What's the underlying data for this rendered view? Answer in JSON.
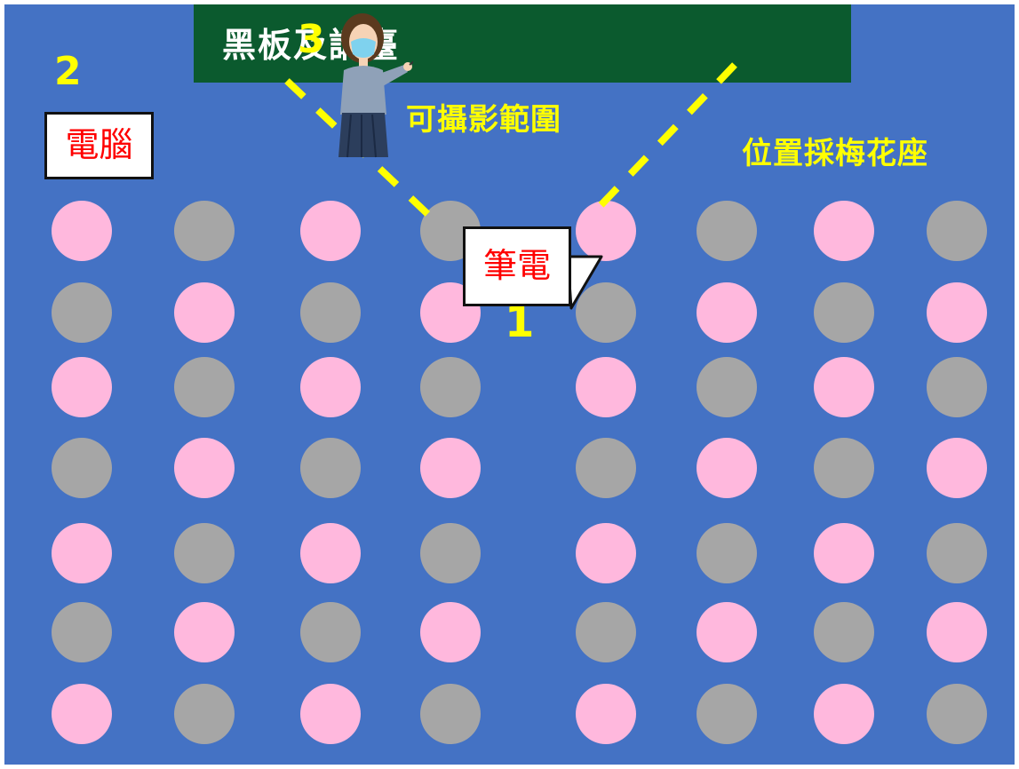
{
  "board": {
    "title": "黑板及講臺"
  },
  "numbers": {
    "laptop": "1",
    "computer": "2",
    "teacher": "3"
  },
  "labels": {
    "computer": "電腦",
    "laptop": "筆電",
    "camera_range": "可攝影範圍",
    "seating": "位置採梅花座"
  },
  "colors": {
    "background": "#4472c4",
    "board": "#0b5a2e",
    "highlight": "#ffff00",
    "seat_pink": "#ffb8dd",
    "seat_gray": "#a6a6a6",
    "device_text": "#ff0000"
  },
  "seating": {
    "rows": [
      [
        "pink",
        "gray",
        "pink",
        "gray",
        "pink",
        "gray",
        "pink",
        "gray"
      ],
      [
        "gray",
        "pink",
        "gray",
        "pink",
        "gray",
        "pink",
        "gray",
        "pink"
      ],
      [
        "pink",
        "gray",
        "pink",
        "gray",
        "pink",
        "gray",
        "pink",
        "gray"
      ],
      [
        "gray",
        "pink",
        "gray",
        "pink",
        "gray",
        "pink",
        "gray",
        "pink"
      ],
      [
        "pink",
        "gray",
        "pink",
        "gray",
        "pink",
        "gray",
        "pink",
        "gray"
      ],
      [
        "gray",
        "pink",
        "gray",
        "pink",
        "gray",
        "pink",
        "gray",
        "pink"
      ],
      [
        "pink",
        "gray",
        "pink",
        "gray",
        "pink",
        "gray",
        "pink",
        "gray"
      ]
    ]
  }
}
